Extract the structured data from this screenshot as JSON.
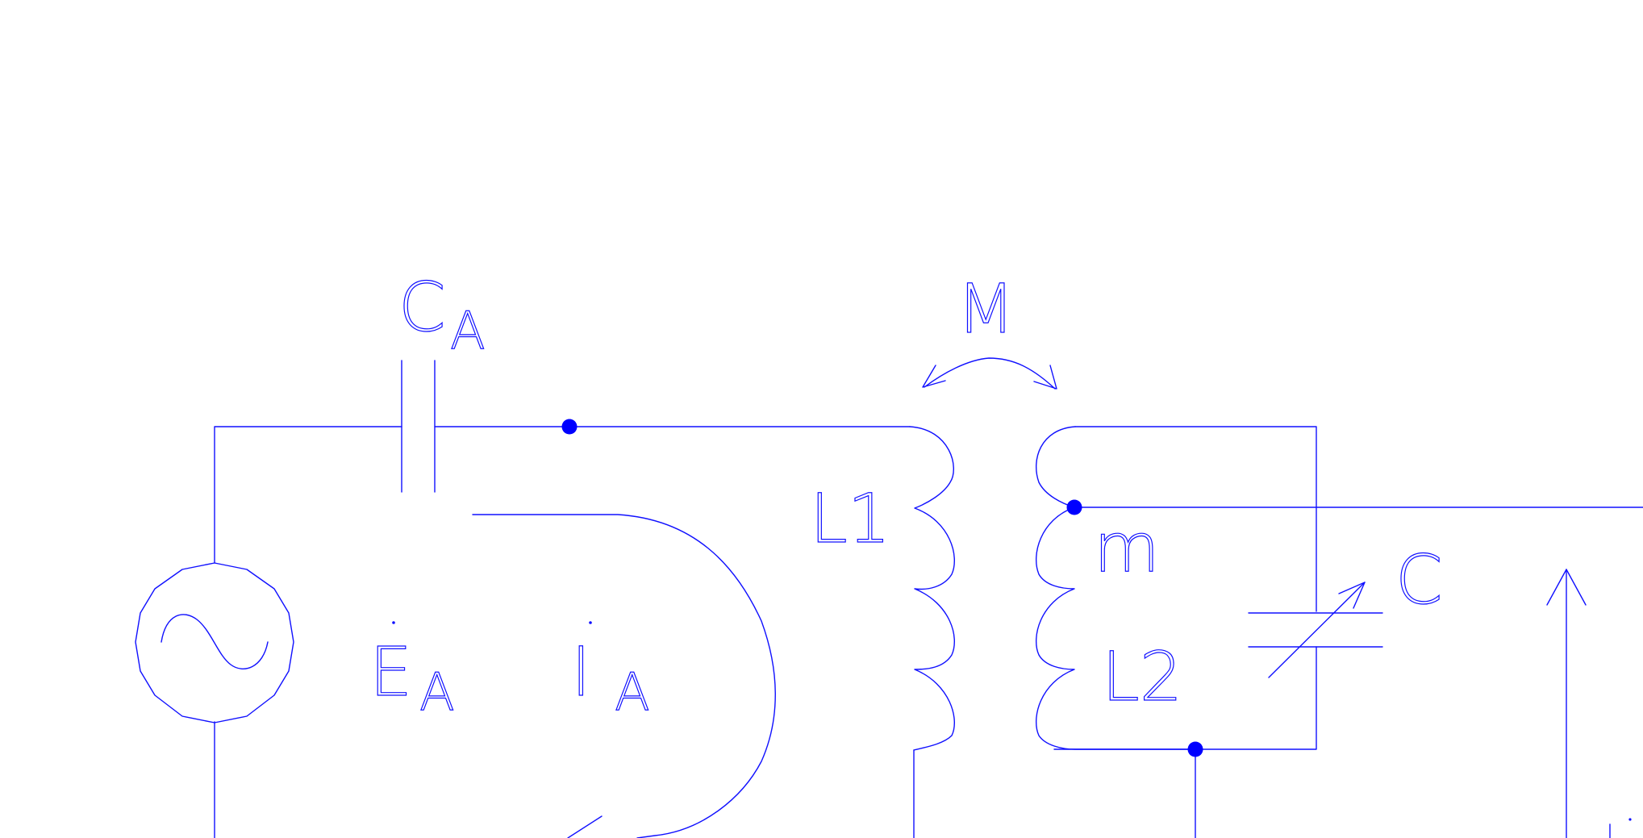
{
  "diagram": {
    "type": "circuit-schematic",
    "colors": {
      "line": "#1010ff",
      "junction": "#0000ff",
      "background": "#ffffff"
    },
    "labels": {
      "capacitor_a_main": "C",
      "capacitor_a_sub": "A",
      "mutual": "M",
      "inductor_1": "L1",
      "tap": "m",
      "inductor_2": "L2",
      "capacitor_c": "C",
      "emf_main": "E",
      "emf_sub": "A",
      "current_main": "I",
      "current_sub": "A"
    },
    "components": [
      {
        "id": "ac-source",
        "kind": "ac-voltage-source"
      },
      {
        "id": "capacitor-ca",
        "kind": "capacitor"
      },
      {
        "id": "inductor-l1",
        "kind": "inductor"
      },
      {
        "id": "inductor-l2",
        "kind": "inductor"
      },
      {
        "id": "variable-capacitor-c",
        "kind": "variable-capacitor"
      },
      {
        "id": "mutual-coupling-m",
        "kind": "mutual-inductance"
      }
    ]
  }
}
